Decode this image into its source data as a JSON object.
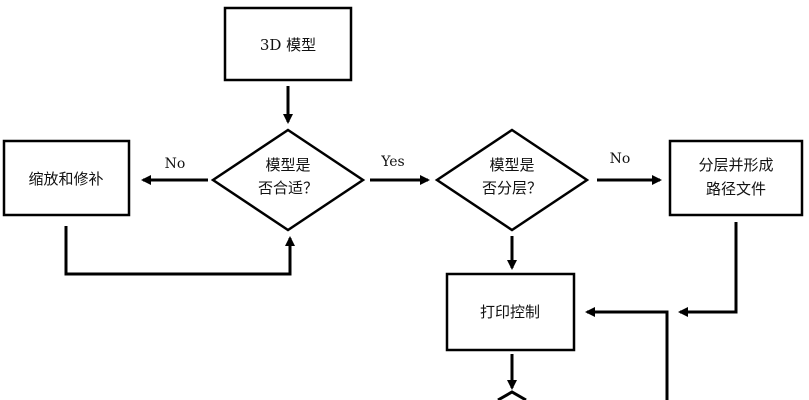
{
  "nodes": {
    "model_3d": "3D 模型",
    "model_ok_line1": "模型是",
    "model_ok_line2": "否合适？",
    "scale_repair": "缩放和修补",
    "layered_line1": "模型是",
    "layered_line2": "否分层？",
    "slice_line1": "分层并形成",
    "slice_line2": "路径文件",
    "print_control": "打印控制"
  },
  "edges": {
    "no_left": "No",
    "yes": "Yes",
    "no_right": "No"
  }
}
